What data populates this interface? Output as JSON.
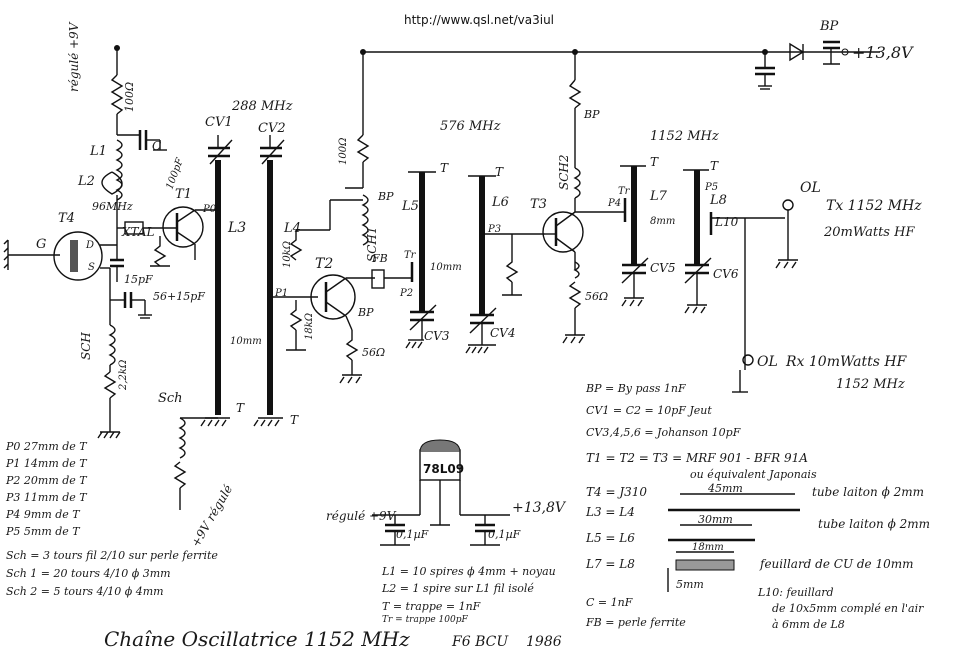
{
  "header": {
    "url": "http://www.qsl.net/va3iul"
  },
  "supply": {
    "regulated_9v_top": "régulé +9V",
    "bp_top": "BP",
    "input_13v8": "+13,8V"
  },
  "stages": {
    "f1": "288 MHz",
    "f2": "576 MHz",
    "f3": "1152 MHz",
    "tx": "Tx 1152 MHz",
    "tx_power": "20mWatts HF",
    "rx": "Rx 10mWatts HF",
    "rx_freq": "1152 MHz",
    "ol_tx": "OL",
    "ol_rx": "OL"
  },
  "labels": {
    "r100": "100Ω",
    "c": "C",
    "l1": "L1",
    "l2": "L2",
    "c100p": "100pF",
    "t1": "T1",
    "t2": "T2",
    "t3": "T3",
    "t4": "T4",
    "g": "G",
    "d": "D",
    "s": "S",
    "xtal": "XTAL",
    "f96": "96MHz",
    "c15p": "15pF",
    "c56_15p": "56+15pF",
    "sch": "SCH",
    "r22k": "2,2kΩ",
    "cv1": "CV1",
    "cv2": "CV2",
    "l3": "L3",
    "p0": "P0",
    "p1": "P1",
    "p2": "P2",
    "p3": "P3",
    "p4": "P4",
    "p5": "P5",
    "l4": "L4",
    "r10k_v": "10kΩ",
    "r18k_v": "18kΩ",
    "r100_v": "100Ω",
    "sch1": "SCH1",
    "sch2": "SCH2",
    "fb": "FB",
    "tr": "Tr",
    "bp": "BP",
    "r56a": "56Ω",
    "r56b": "56Ω",
    "t_label": "T",
    "l5": "L5",
    "l6": "L6",
    "l7": "L7",
    "l8": "L8",
    "l10": "L10",
    "cv3": "CV3",
    "cv4": "CV4",
    "cv5": "CV5",
    "cv6": "CV6",
    "gap10": "10mm",
    "gap10b": "10mm",
    "gap8": "8mm",
    "sch_bottom": "Sch",
    "reg_bottom": "+9V régulé"
  },
  "regulator": {
    "ic": "78L09",
    "reg_out": "régulé +9V",
    "in": "+13,8V",
    "c_left": "0,1µF",
    "c_right": "0,1µF"
  },
  "taps": [
    "P0 27mm de T",
    "P1 14mm de T",
    "P2 20mm de T",
    "P3 11mm de T",
    "P4 9mm de T",
    "P5 5mm de T"
  ],
  "chokes": [
    "Sch = 3 tours fil 2/10 sur perle ferrite",
    "Sch 1 = 20 tours 4/10 ϕ 3mm",
    "Sch 2 = 5 tours 4/10 ϕ 4mm"
  ],
  "specs": [
    "BP = By pass 1nF",
    "CV1 = C2 = 10pF Jeut",
    "CV3,4,5,6 = Johanson 10pF",
    "T1 = T2 = T3 = MRF 901 - BFR 91A",
    "ou équivalent Japonais",
    "T4 = J310",
    "L3 = L4",
    "L5 = L6",
    "L7 = L8",
    "C = 1nF",
    "FB = perle ferrite"
  ],
  "spec_dims": {
    "d45": "45mm",
    "d30": "30mm",
    "d18": "18mm",
    "d5": "5mm",
    "tube1": "tube laiton ϕ 2mm",
    "tube2": "tube laiton ϕ 2mm",
    "feuil": "feuillard de CU de 10mm",
    "l10_a": "L10: feuillard",
    "l10_b": "de 10x5mm complé en l'air",
    "l10_c": "à 6mm de L8"
  },
  "coils": [
    "L1 = 10 spires ϕ 4mm + noyau",
    "L2 = 1 spire sur L1 fil isolé",
    "T = trappe = 1nF",
    "Tr = trappe 100pF"
  ],
  "footer": {
    "title": "Chaîne Oscillatrice 1152 MHz",
    "author": "F6 BCU",
    "year": "1986"
  }
}
